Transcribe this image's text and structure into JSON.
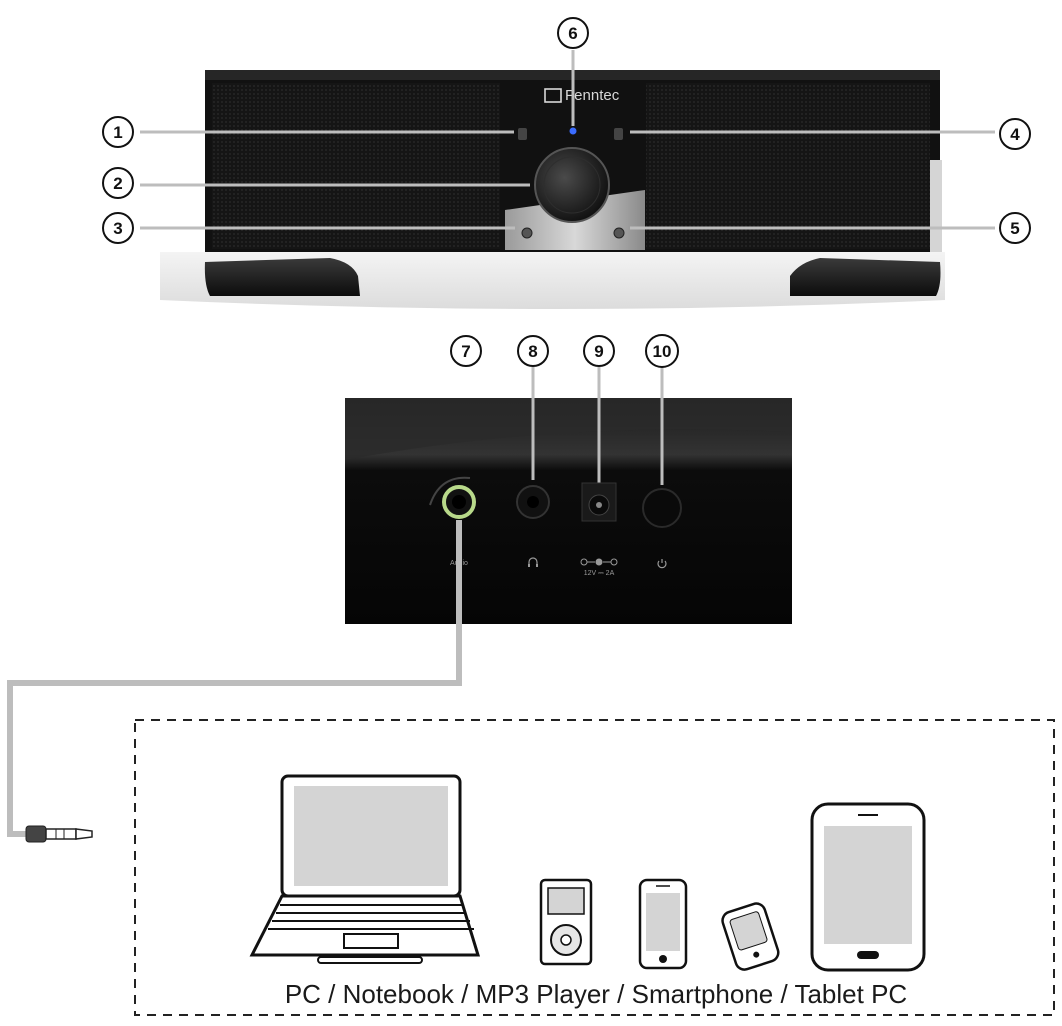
{
  "brand": "Fenntec",
  "callouts": [
    "1",
    "2",
    "3",
    "4",
    "5",
    "6",
    "7",
    "8",
    "9",
    "10"
  ],
  "port_labels": {
    "audio_in": "Audio",
    "power_rating": "12V ⎓ 2A"
  },
  "caption": "PC / Notebook / MP3 Player / Smartphone / Tablet PC",
  "colors": {
    "speaker_body": "#111111",
    "led_blue": "#3b6cff",
    "audio_jack_ring": "#b8d98a",
    "cable": "#bdbdbd",
    "stand": "#1a1a1a"
  },
  "icons": [
    "headphone-icon",
    "power-icon",
    "dc-polarity-icon"
  ]
}
